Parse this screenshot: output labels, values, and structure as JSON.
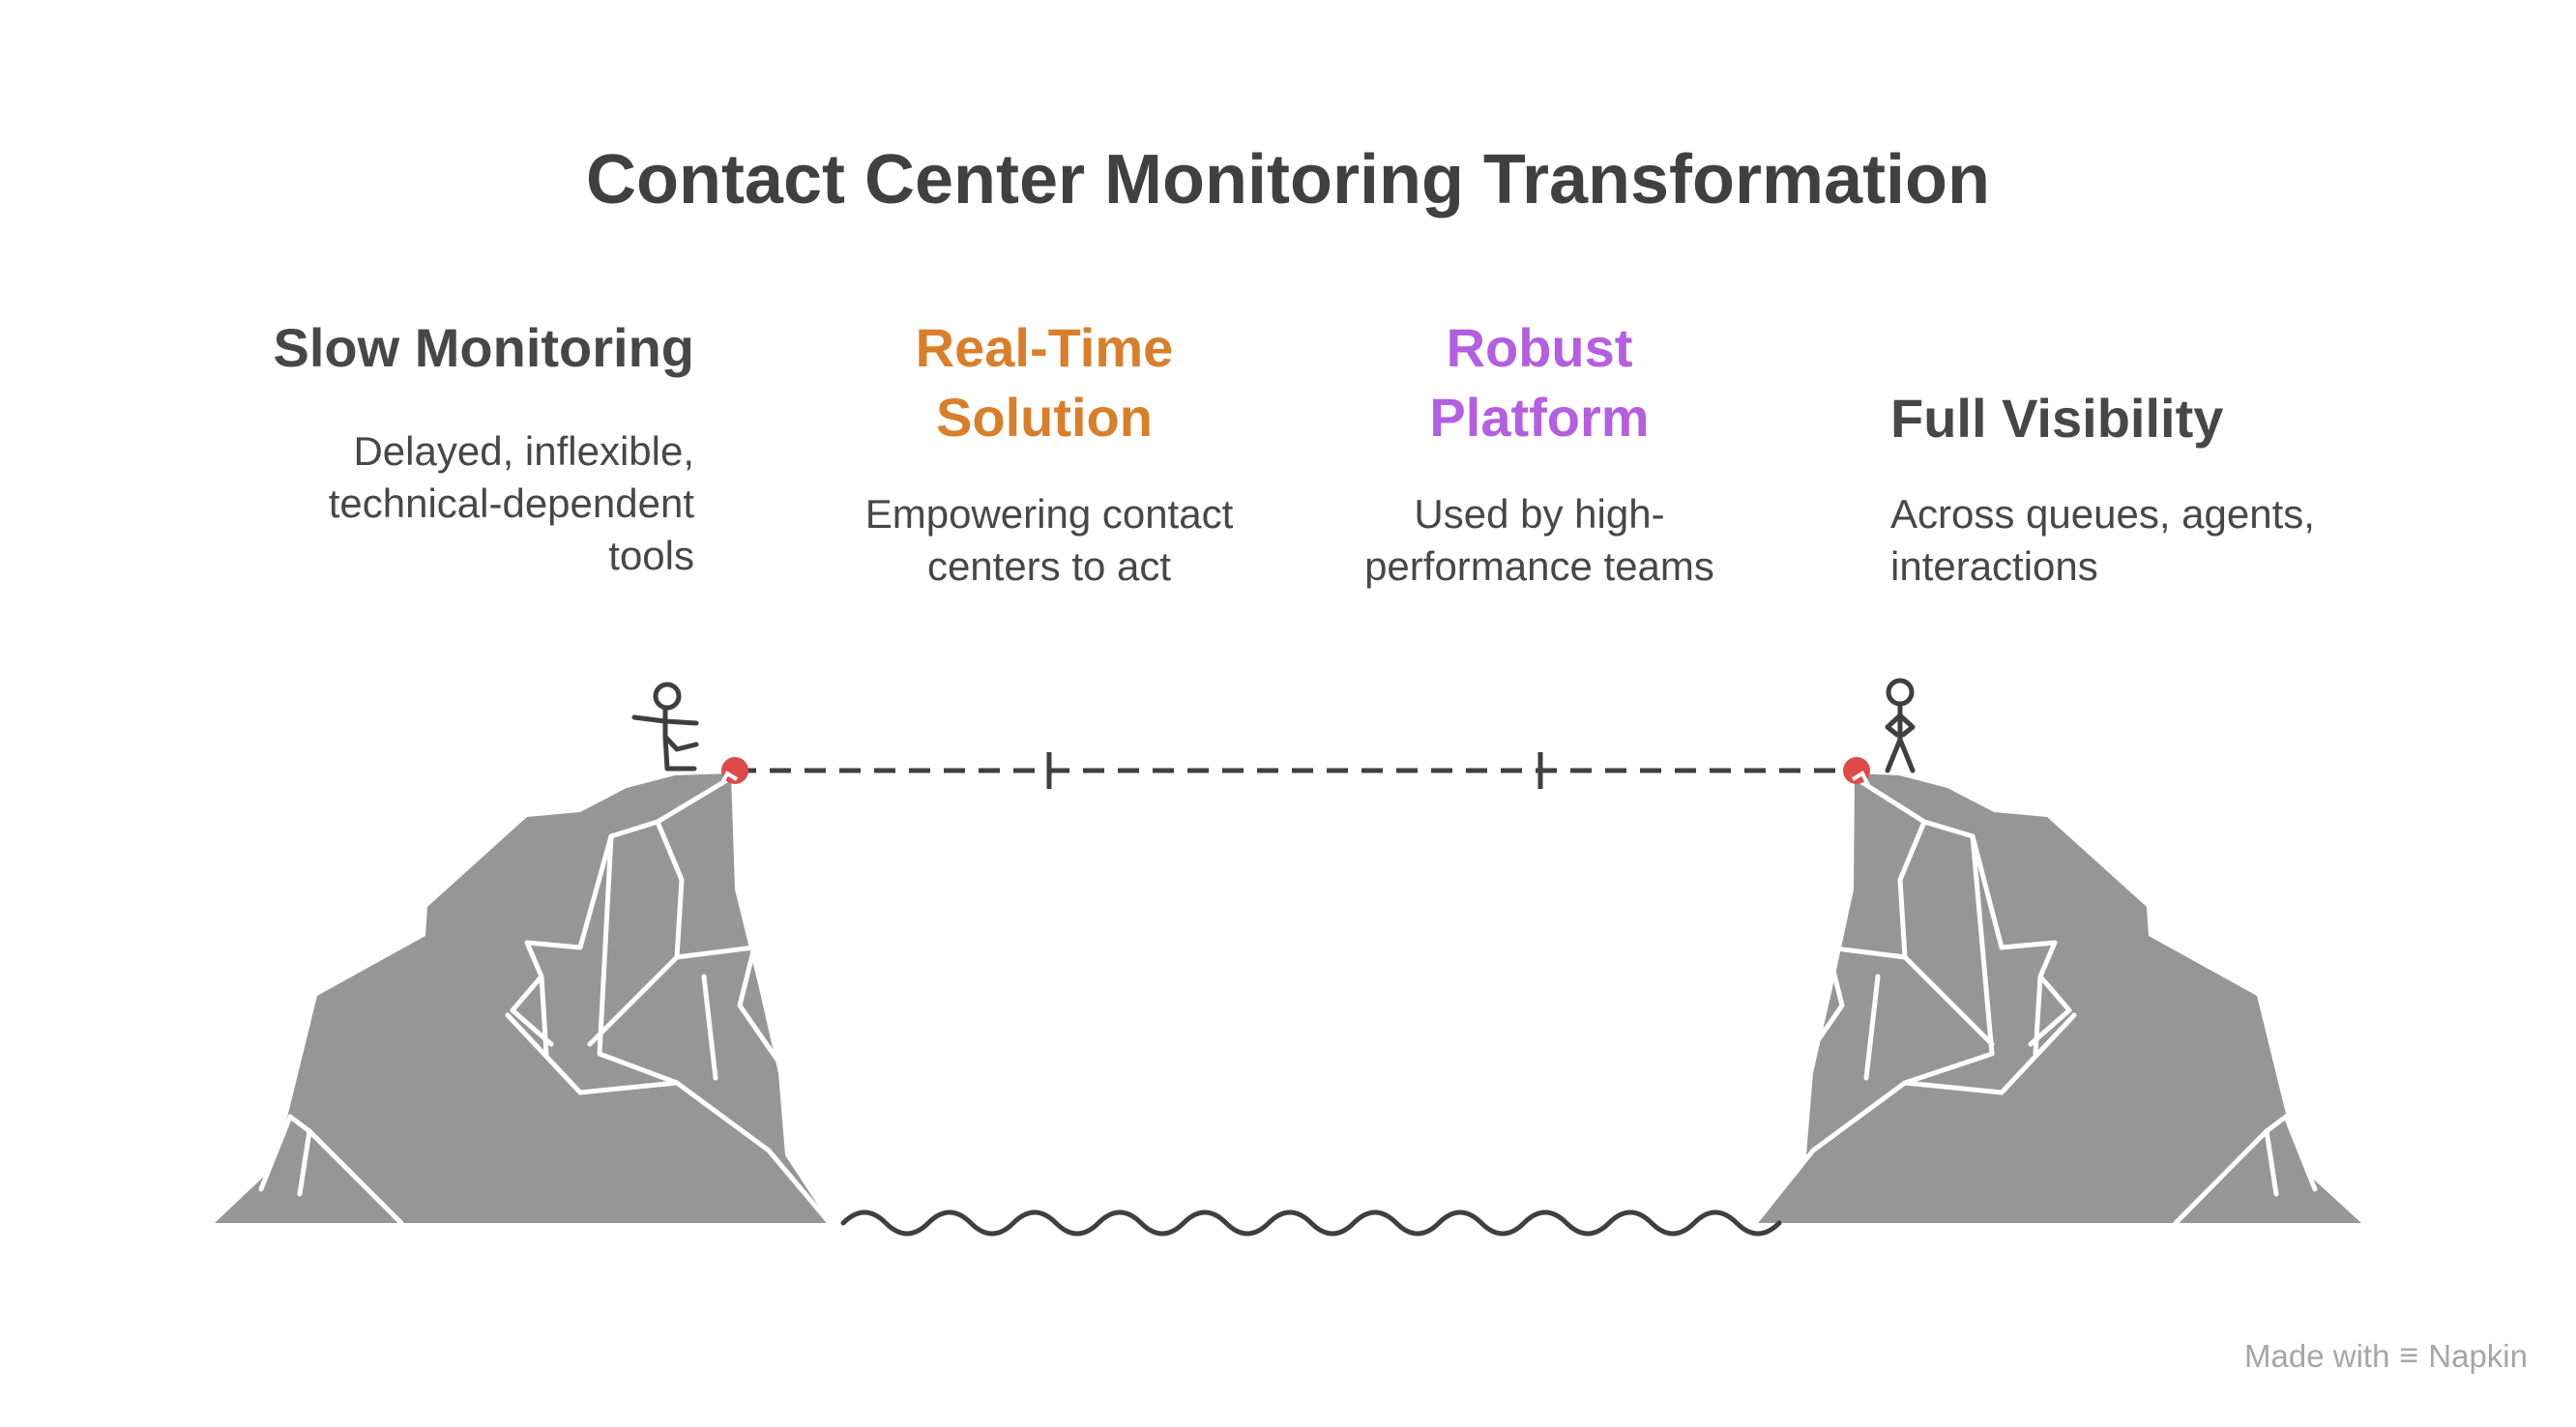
{
  "title": "Contact Center Monitoring Transformation",
  "stages": [
    {
      "title": "Slow Monitoring",
      "description": "Delayed, inflexible, technical-dependent tools",
      "color": "#474747"
    },
    {
      "title": "Real-Time Solution",
      "description": "Empowering contact centers to act",
      "color": "#d97f2c"
    },
    {
      "title": "Robust Platform",
      "description": "Used by high-performance teams",
      "color": "#b45ee0"
    },
    {
      "title": "Full Visibility",
      "description": "Across queues, agents, interactions",
      "color": "#474747"
    }
  ],
  "colors": {
    "rock": "#969696",
    "crack": "#ffffff",
    "endpoint": "#e04a4a",
    "line": "#3f3f3f"
  },
  "footer": {
    "made_with": "Made with",
    "brand": "Napkin",
    "brand_icon": "napkin-logo-icon"
  }
}
